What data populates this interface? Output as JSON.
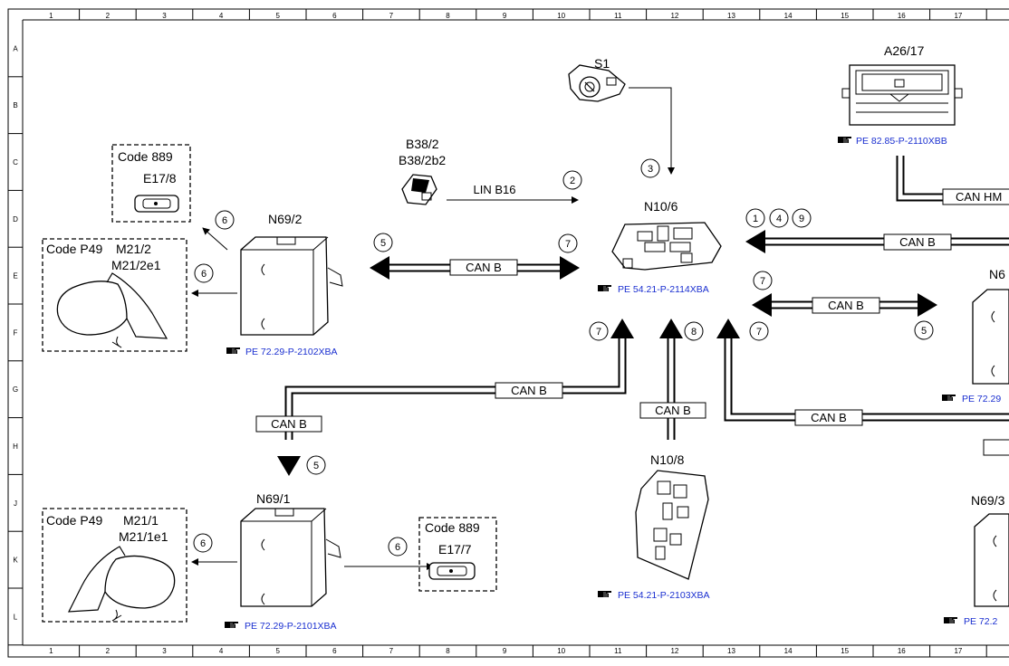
{
  "grid": {
    "columns": [
      "1",
      "2",
      "3",
      "4",
      "5",
      "6",
      "7",
      "8",
      "9",
      "10",
      "11",
      "12",
      "13",
      "14",
      "15",
      "16",
      "17"
    ],
    "rows": [
      "A",
      "B",
      "C",
      "D",
      "E",
      "F",
      "G",
      "H",
      "J",
      "K",
      "L"
    ]
  },
  "components": {
    "s1": "S1",
    "a26_17": "A26/17",
    "b38_2": "B38/2",
    "b38_2b2": "B38/2b2",
    "n10_6": "N10/6",
    "n10_8": "N10/8",
    "n69_2": "N69/2",
    "n69_1": "N69/1",
    "n69_3_partial": "N69/3",
    "n6_partial": "N6",
    "e17_8": "E17/8",
    "e17_7": "E17/7",
    "m21_2": "M21/2",
    "m21_2e1": "M21/2e1",
    "m21_1": "M21/1",
    "m21_1e1": "M21/1e1",
    "code_889_top": "Code 889",
    "code_889_bottom": "Code 889",
    "code_p49_top": "Code P49",
    "code_p49_bottom": "Code P49"
  },
  "references": {
    "a26_17": "PE 82.85-P-2110XBB",
    "n10_6": "PE 54.21-P-2114XBA",
    "n69_2": "PE 72.29-P-2102XBA",
    "n69_1": "PE 72.29-P-2101XBA",
    "n10_8": "PE 54.21-P-2103XBA",
    "right_mid_partial": "PE 72.29",
    "right_bottom_partial": "PE 72.2"
  },
  "buses": {
    "lin": "LIN B16",
    "can_b": "CAN B",
    "can_hmi_partial": "CAN HM"
  },
  "callouts": {
    "c1": "1",
    "c2": "2",
    "c3": "3",
    "c4": "4",
    "c5": "5",
    "c6": "6",
    "c7": "7",
    "c8": "8",
    "c9": "9"
  },
  "colors": {
    "reference_link": "#1a2fd0",
    "line": "#000000",
    "background": "#ffffff"
  },
  "icons": {
    "reference": "hand-pointer-icon"
  }
}
